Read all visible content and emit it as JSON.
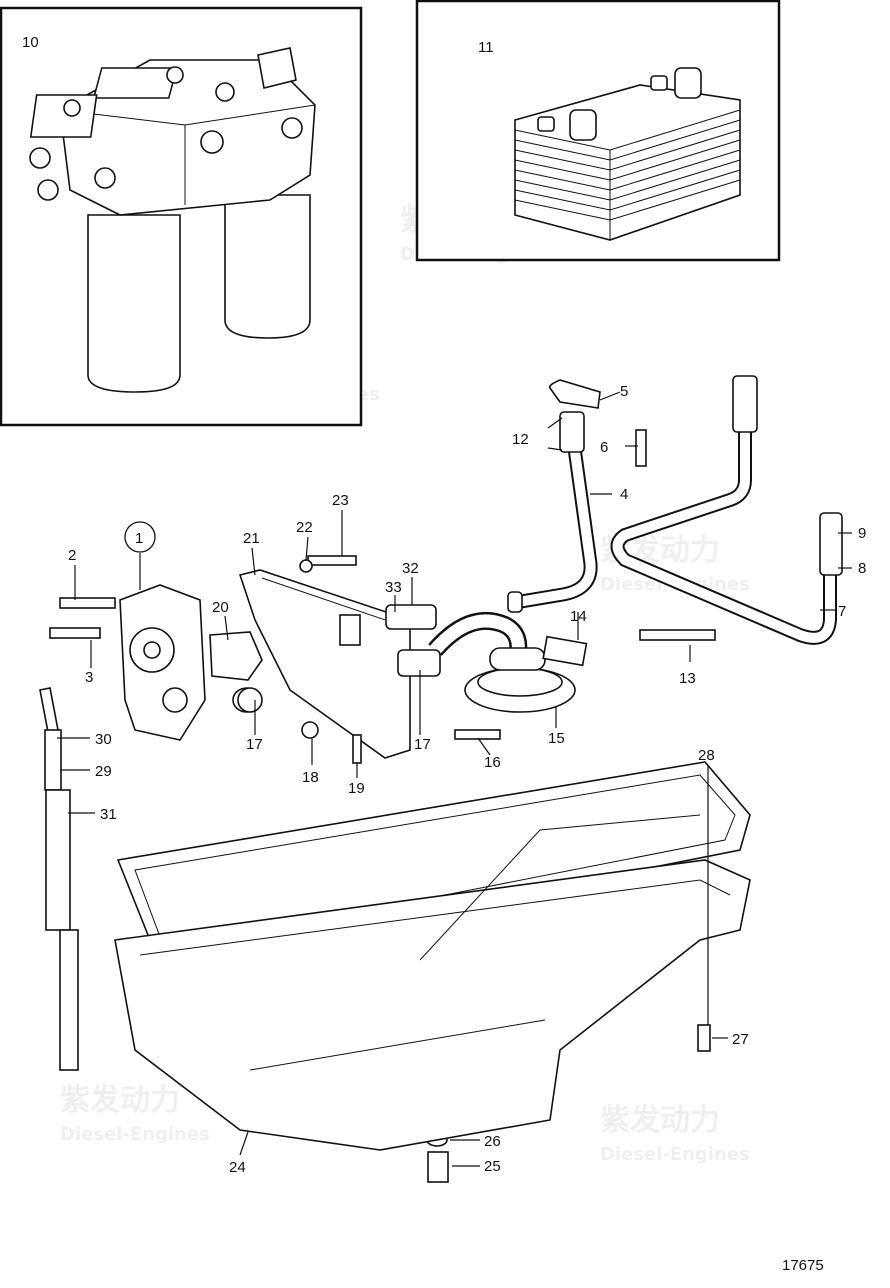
{
  "diagram": {
    "figure_number": "17675",
    "watermark": {
      "cn": "紫发动力",
      "en": "Diesel-Engines"
    },
    "insets": [
      {
        "label": "10"
      },
      {
        "label": "11"
      }
    ],
    "callouts": [
      {
        "label": "1",
        "circled": true
      },
      {
        "label": "2"
      },
      {
        "label": "3"
      },
      {
        "label": "4"
      },
      {
        "label": "5"
      },
      {
        "label": "6"
      },
      {
        "label": "7"
      },
      {
        "label": "8"
      },
      {
        "label": "9"
      },
      {
        "label": "12"
      },
      {
        "label": "13"
      },
      {
        "label": "14"
      },
      {
        "label": "15"
      },
      {
        "label": "16"
      },
      {
        "label": "17"
      },
      {
        "label": "17"
      },
      {
        "label": "18"
      },
      {
        "label": "19"
      },
      {
        "label": "20"
      },
      {
        "label": "21"
      },
      {
        "label": "22"
      },
      {
        "label": "23"
      },
      {
        "label": "24"
      },
      {
        "label": "25"
      },
      {
        "label": "26"
      },
      {
        "label": "27"
      },
      {
        "label": "28"
      },
      {
        "label": "29"
      },
      {
        "label": "30"
      },
      {
        "label": "31"
      },
      {
        "label": "32"
      },
      {
        "label": "33"
      }
    ]
  }
}
